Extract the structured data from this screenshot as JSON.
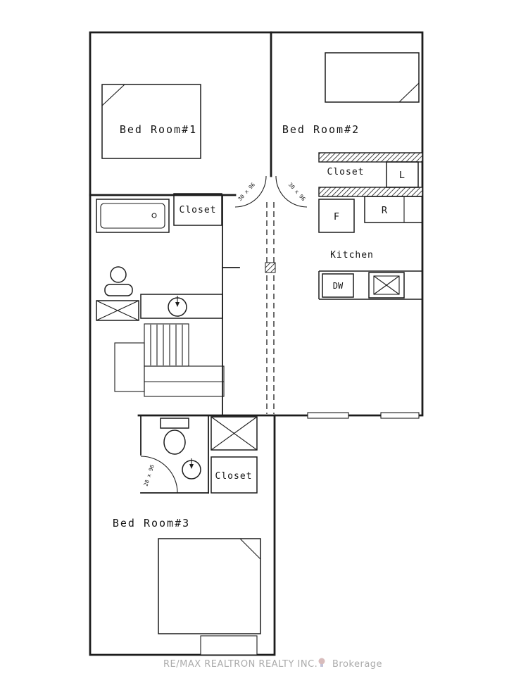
{
  "plan": {
    "labels": {
      "bedroom1": "Bed Room#1",
      "bedroom2": "Bed Room#2",
      "bedroom3": "Bed Room#3",
      "kitchen": "Kitchen",
      "closet_upper_hall": "Closet",
      "closet_bedroom2": "Closet",
      "closet_bedroom3": "Closet",
      "laundry": "L",
      "fridge": "F",
      "range": "R",
      "dishwasher": "DW"
    },
    "door_dimensions": {
      "upper_left_door": "30 x 96",
      "upper_right_door": "30 x 96",
      "lower_bath_door": "28 x 96"
    },
    "watermark": {
      "brand": "RE/MAX REALTRON REALTY INC.",
      "suffix": "Brokerage"
    },
    "colors": {
      "line": "#1c1c1c",
      "background": "#ffffff",
      "watermark": "#ababab"
    }
  }
}
